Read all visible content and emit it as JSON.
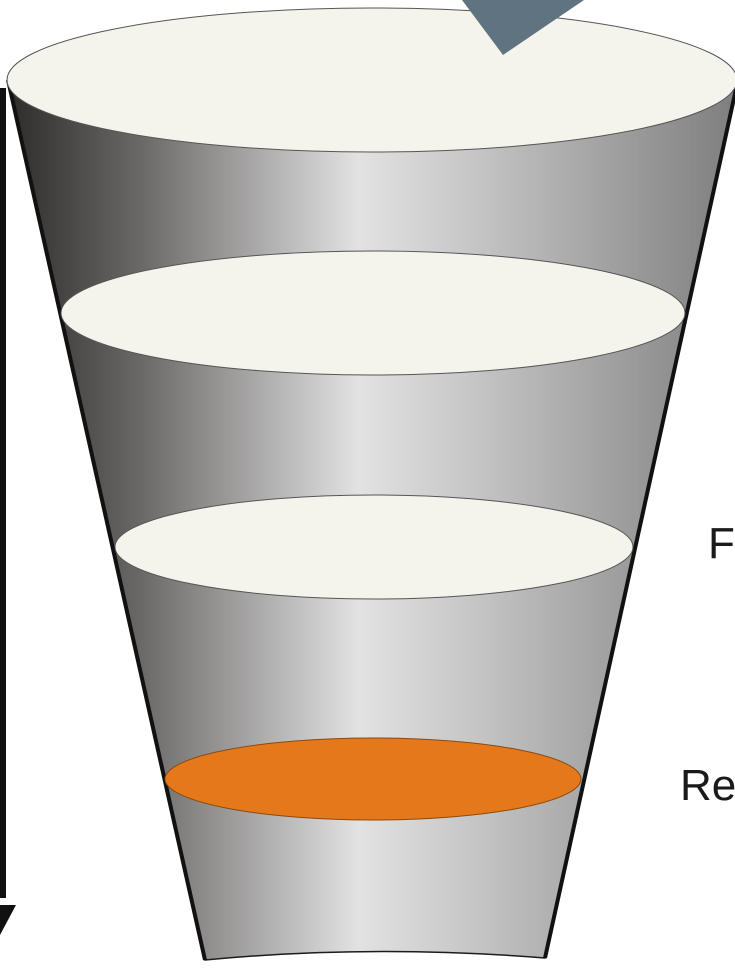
{
  "diagram": {
    "type": "funnel",
    "levels": 4,
    "highlighted_level": 4,
    "colors": {
      "funnel_dark": "#2e2c2b",
      "funnel_mid": "#8f8f8f",
      "funnel_light": "#e2e2e2",
      "disc_cream": "#f5f4ec",
      "disc_highlight": "#e5781b",
      "arrow": "#607380",
      "axis": "#111111"
    },
    "labels": {
      "cut_label_1": "F",
      "cut_label_2": "Re"
    }
  }
}
